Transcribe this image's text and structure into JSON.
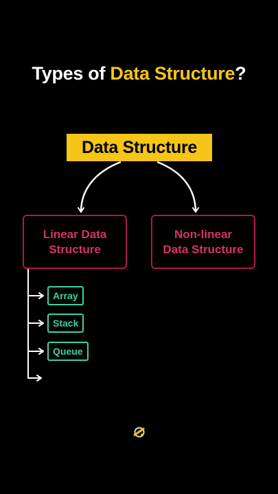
{
  "title": {
    "prefix": "Types of ",
    "highlight": "Data Structure",
    "suffix": "?"
  },
  "root": {
    "label": "Data Structure"
  },
  "categories": [
    {
      "line1": "Linear Data",
      "line2": "Structure"
    },
    {
      "line1": "Non-linear",
      "line2": "Data Structure"
    }
  ],
  "linear_items": [
    "Array",
    "Stack",
    "Queue"
  ],
  "colors": {
    "highlight": "#f5c518",
    "category": "#d8306d",
    "leaf": "#3ed1a6",
    "background": "#000000"
  },
  "logo": {
    "icon": "brand-logo-icon"
  }
}
